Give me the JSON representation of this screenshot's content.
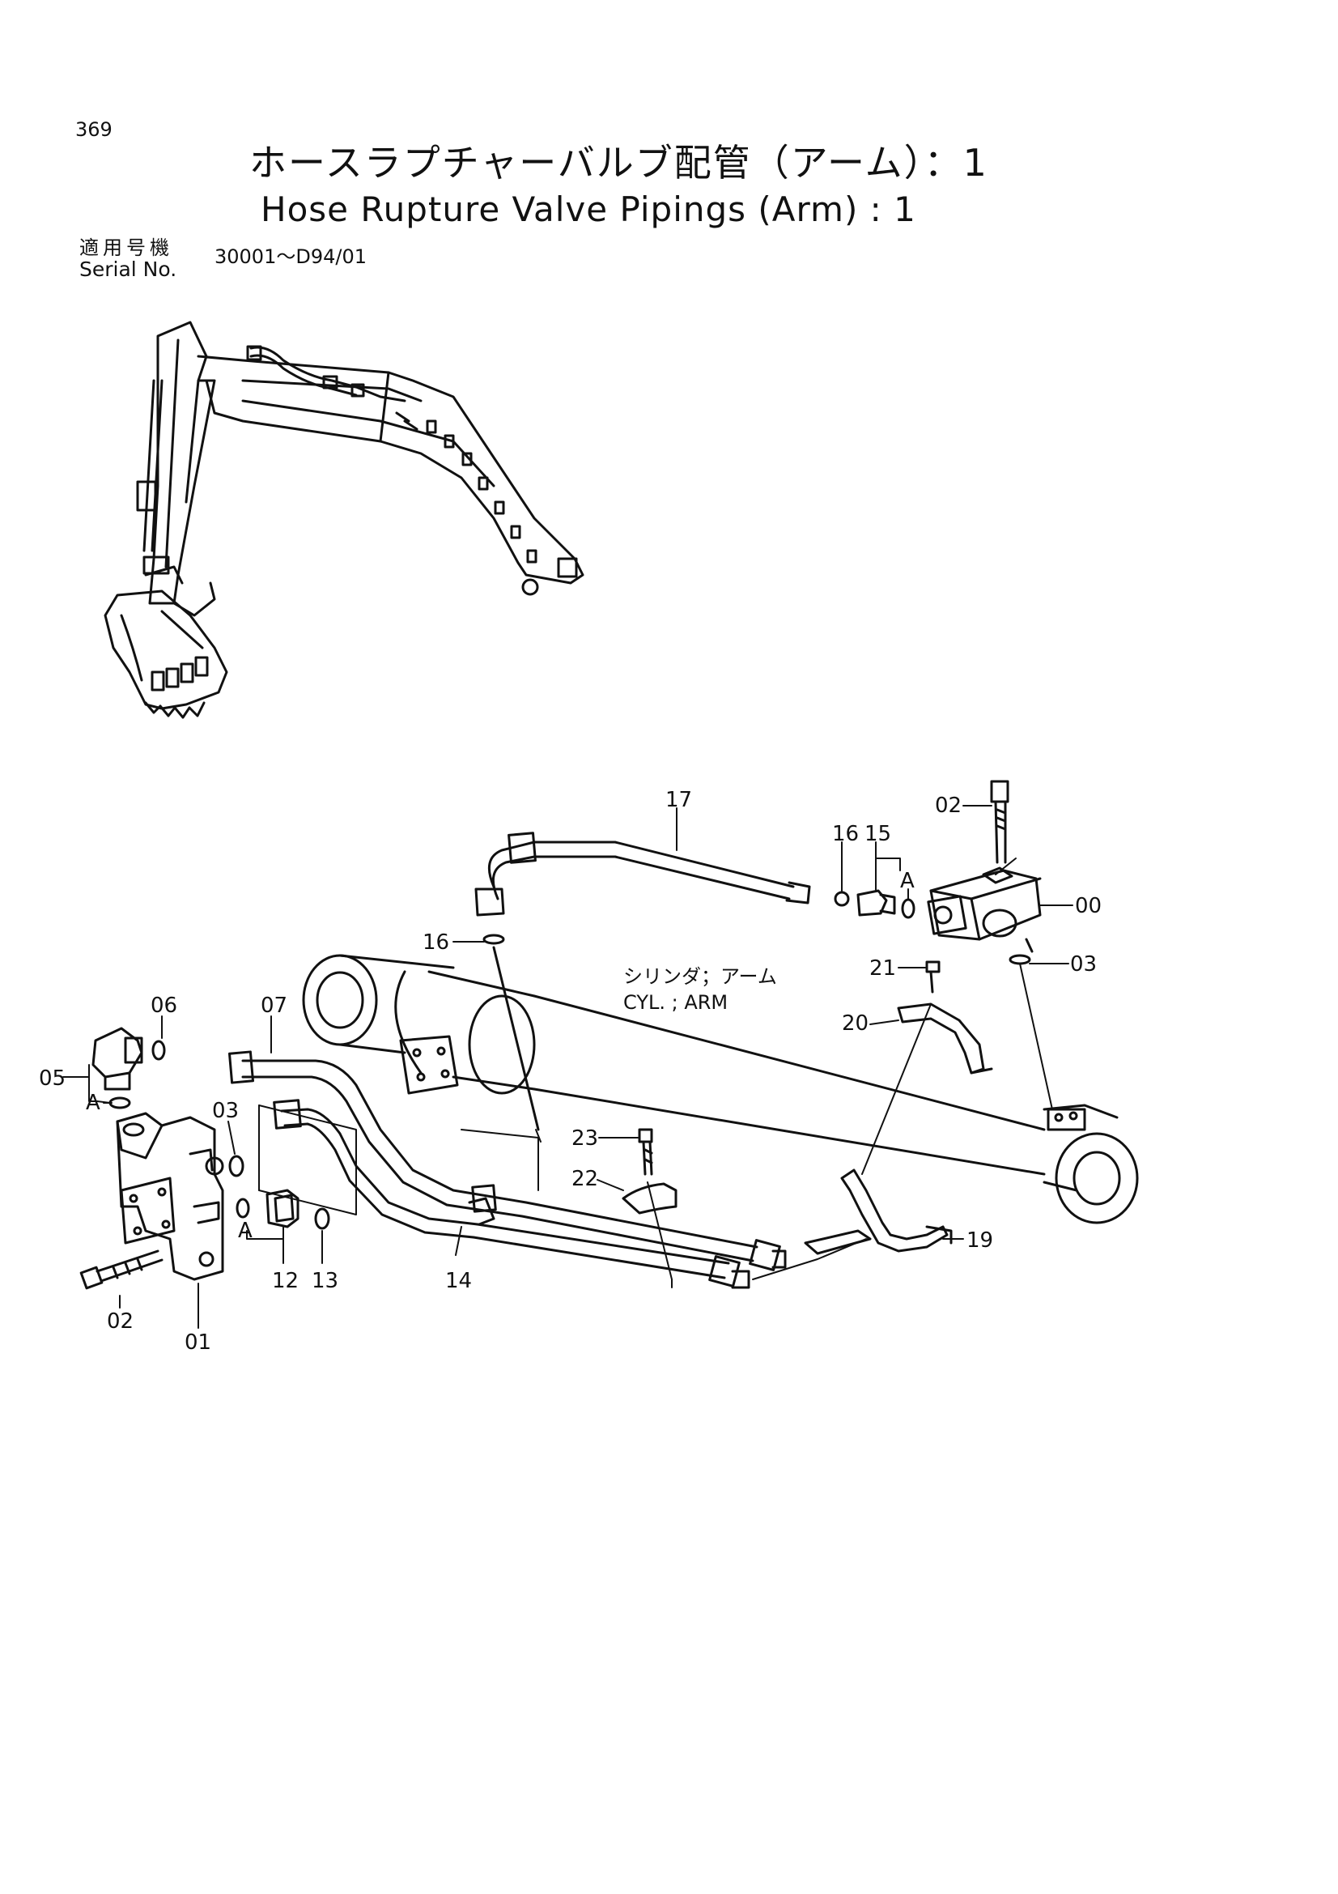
{
  "header": {
    "page_number": "369",
    "title_jp": "ホースラプチャーバルブ配管（アーム）：1",
    "title_en": "Hose Rupture Valve Pipings (Arm) : 1",
    "serial_label_jp": "適用号機",
    "serial_label_en": "Serial No.",
    "serial_range": "30001～D94/01"
  },
  "annotation": {
    "cylinder_jp": "シリンダ；アーム",
    "cylinder_en": "CYL. ; ARM"
  },
  "callouts": {
    "c00": "00",
    "c01": "01",
    "c02_top": "02",
    "c02_bottom": "02",
    "c03_right": "03",
    "c03_left": "03",
    "c05": "05",
    "c06": "06",
    "c07": "07",
    "c12": "12",
    "c13": "13",
    "c14": "14",
    "c15": "15",
    "c16_top": "16",
    "c16_mid": "16",
    "c17": "17",
    "c19": "19",
    "c20": "20",
    "c21": "21",
    "c22": "22",
    "c23": "23",
    "a_top": "A",
    "a_left": "A",
    "a_bottom": "A"
  }
}
